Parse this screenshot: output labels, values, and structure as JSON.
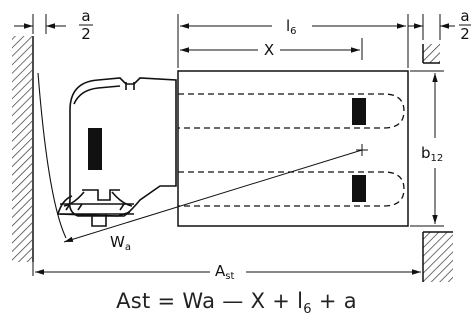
{
  "labels": {
    "half_a": {
      "num": "a",
      "den": "2"
    },
    "l6": {
      "base": "l",
      "sub": "6"
    },
    "x": "X",
    "b12": {
      "base": "b",
      "sub": "12"
    },
    "wa": {
      "base": "W",
      "sub": "a"
    },
    "ast": {
      "base": "A",
      "sub": "st"
    }
  },
  "formula": {
    "lhs": "Ast",
    "eq": "=",
    "t1": "Wa",
    "minus": "—",
    "t2": "X",
    "plus1": "+",
    "t3": "l",
    "t3_sub": "6",
    "plus2": "+",
    "t4": "a"
  },
  "colors": {
    "ink": "#111111",
    "hatch": "#333333"
  }
}
